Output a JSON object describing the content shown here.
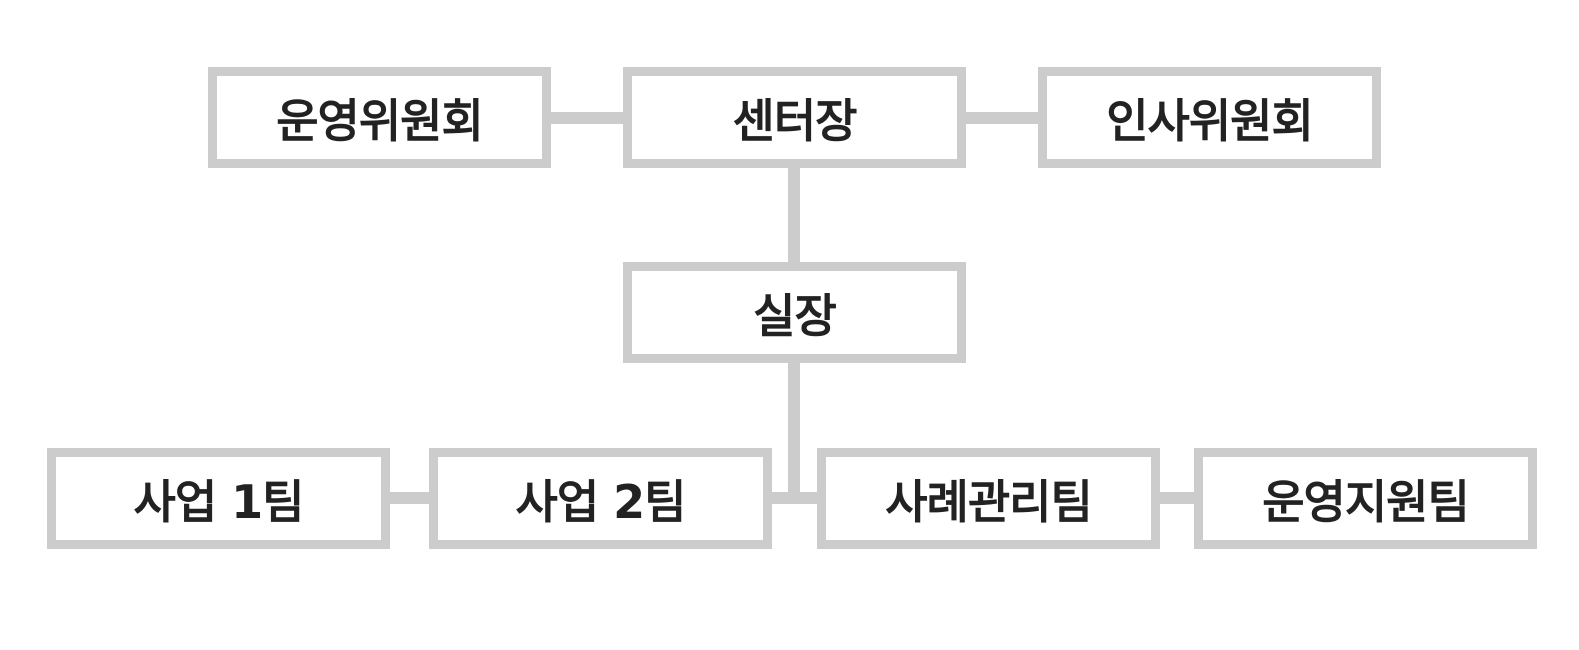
{
  "org_chart": {
    "nodes": {
      "operating_committee": "운영위원회",
      "center_director": "센터장",
      "hr_committee": "인사위원회",
      "office_head": "실장",
      "business_team_1": "사업 1팀",
      "business_team_2": "사업 2팀",
      "case_management_team": "사례관리팀",
      "operations_support_team": "운영지원팀"
    }
  },
  "colors": {
    "box_border": "#cccccc",
    "connector": "#cccccc",
    "text": "#222222",
    "background": "#ffffff"
  }
}
